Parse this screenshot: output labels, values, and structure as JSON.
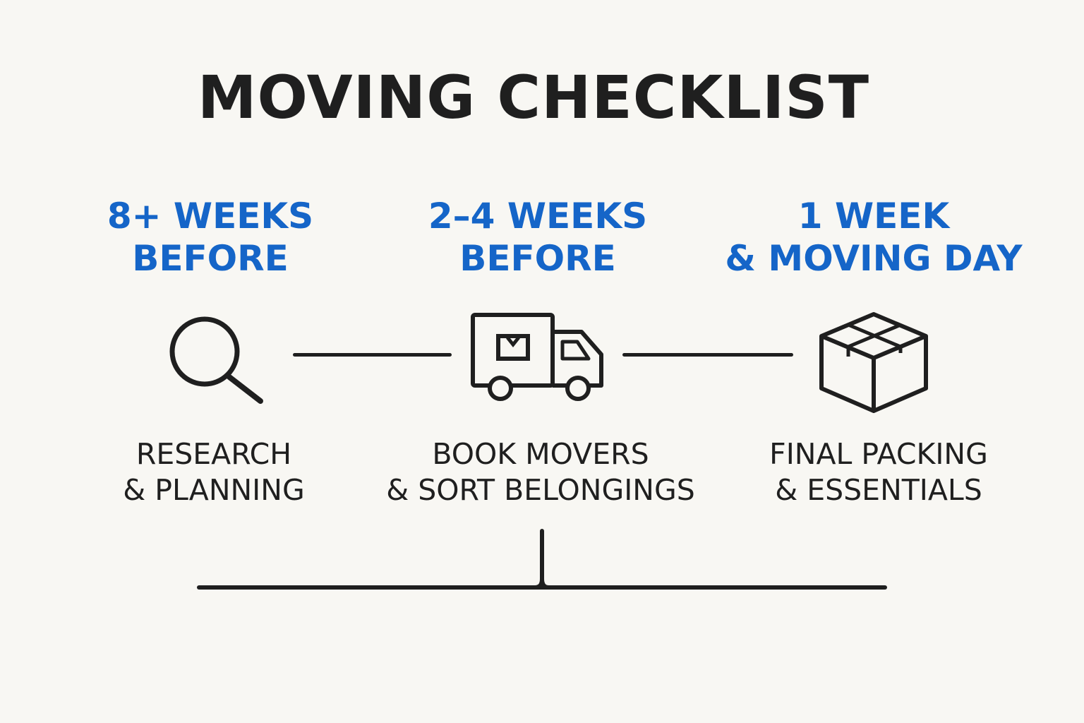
{
  "title": "MOVING CHECKLIST",
  "stages": [
    {
      "heading_line1": "8+ WEEKS",
      "heading_line2": "BEFORE",
      "icon": "magnifying-glass-icon",
      "desc_line1": "RESEARCH",
      "desc_line2": "& PLANNING"
    },
    {
      "heading_line1": "2–4 WEEKS",
      "heading_line2": "BEFORE",
      "icon": "moving-truck-icon",
      "desc_line1": "BOOK MOVERS",
      "desc_line2": "& SORT BELONGINGS"
    },
    {
      "heading_line1": "1 WEEK",
      "heading_line2": "& MOVING DAY",
      "icon": "cardboard-box-icon",
      "desc_line1": "FINAL PACKING",
      "desc_line2": "& ESSENTIALS"
    }
  ],
  "colors": {
    "background": "#f8f7f3",
    "heading": "#1565c8",
    "text": "#1f1f1f"
  }
}
